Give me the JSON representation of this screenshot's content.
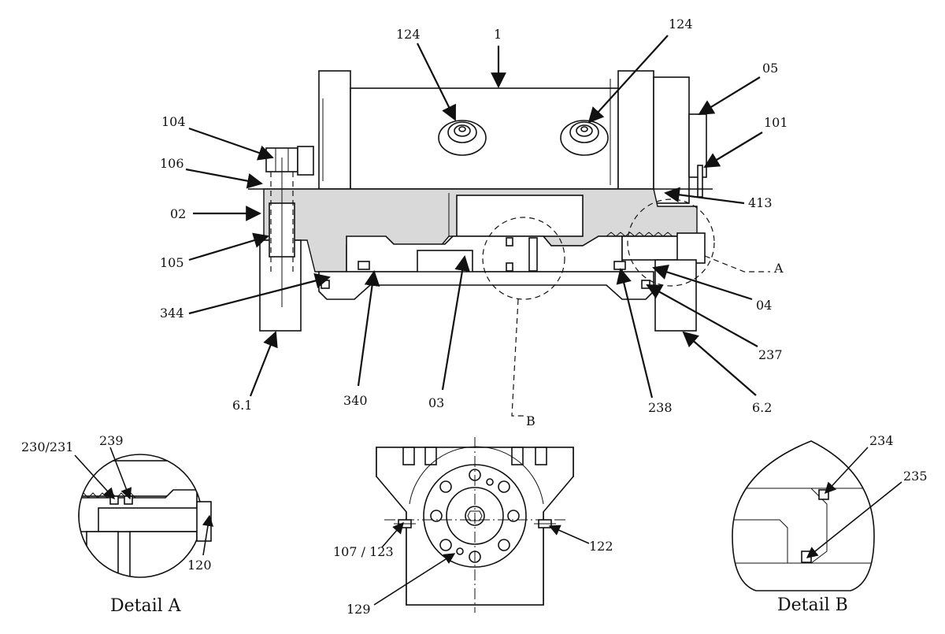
{
  "callouts": {
    "c124a": "124",
    "c1": "1",
    "c124b": "124",
    "c05": "05",
    "c101": "101",
    "c104": "104",
    "c106": "106",
    "c02": "02",
    "c105": "105",
    "c413": "413",
    "cA": "A",
    "c04": "04",
    "c344": "344",
    "c237": "237",
    "c6_1": "6.1",
    "c340": "340",
    "c03": "03",
    "c238": "238",
    "c6_2": "6.2",
    "cB": "B",
    "c230_231": "230/231",
    "c239": "239",
    "c120": "120",
    "c107_123": "107 / 123",
    "c122": "122",
    "c129": "129",
    "c234": "234",
    "c235": "235"
  },
  "captions": {
    "detail_a": "Detail A",
    "detail_b": "Detail B"
  }
}
